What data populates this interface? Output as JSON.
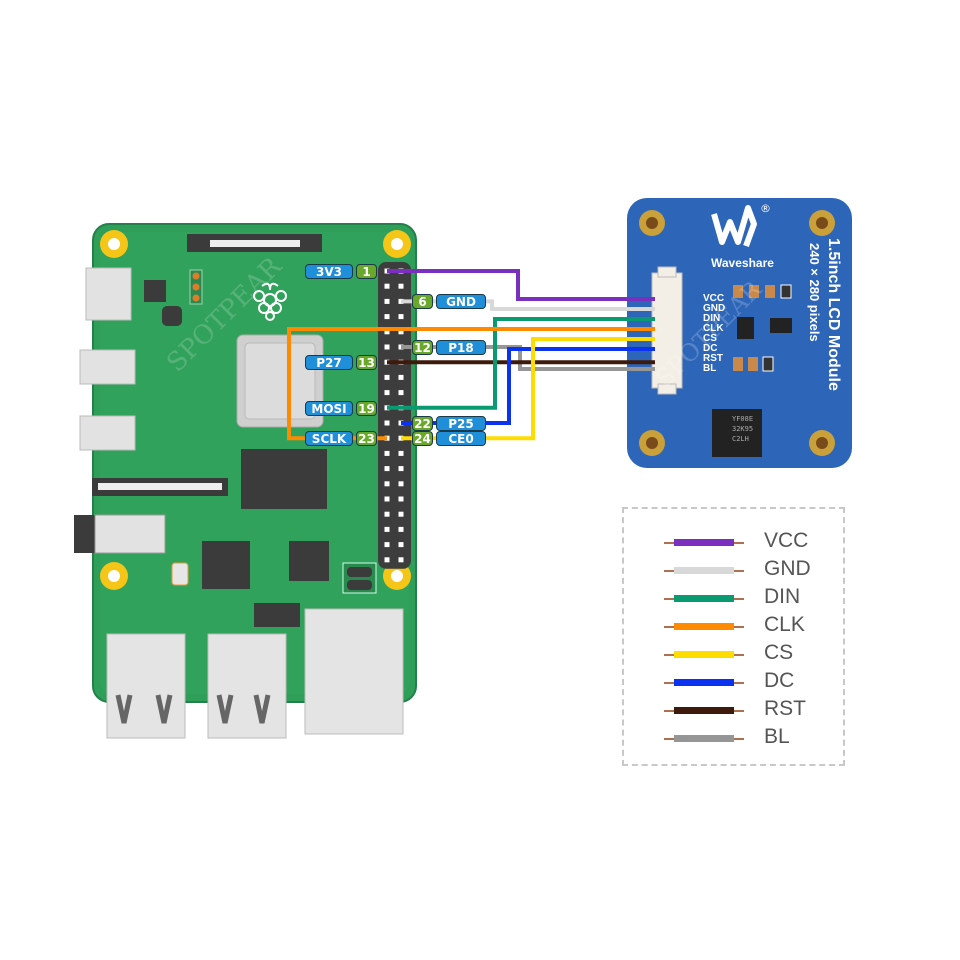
{
  "diagram": {
    "title": "Raspberry Pi to 1.5inch LCD Module wiring",
    "watermark": "SPOTPEAR",
    "raspberry_pi": {
      "name": "Raspberry Pi",
      "pins": [
        {
          "name": "3V3",
          "num": "1",
          "side": "left",
          "signal": "VCC"
        },
        {
          "name": "GND",
          "num": "6",
          "side": "right",
          "signal": "GND"
        },
        {
          "name": "P18",
          "num": "12",
          "side": "right",
          "signal": "BL"
        },
        {
          "name": "P27",
          "num": "13",
          "side": "left",
          "signal": "RST"
        },
        {
          "name": "MOSI",
          "num": "19",
          "side": "left",
          "signal": "DIN"
        },
        {
          "name": "P25",
          "num": "22",
          "side": "right",
          "signal": "DC"
        },
        {
          "name": "SCLK",
          "num": "23",
          "side": "left",
          "signal": "CLK"
        },
        {
          "name": "CE0",
          "num": "24",
          "side": "right",
          "signal": "CS"
        }
      ]
    },
    "lcd_module": {
      "brand": "Waveshare",
      "title": "1.5inch LCD Module",
      "resolution": "240 × 280 pixels",
      "chip_marking": [
        "YF08E",
        "32K95",
        "C2LH"
      ],
      "pins": [
        "VCC",
        "GND",
        "DIN",
        "CLK",
        "CS",
        "DC",
        "RST",
        "BL"
      ]
    },
    "legend": [
      {
        "label": "VCC",
        "color": "#7b2fbe"
      },
      {
        "label": "GND",
        "color": "#d8d8d8"
      },
      {
        "label": "DIN",
        "color": "#0a9a72"
      },
      {
        "label": "CLK",
        "color": "#ff8a00"
      },
      {
        "label": "CS",
        "color": "#ffdc00"
      },
      {
        "label": "DC",
        "color": "#0a32f0"
      },
      {
        "label": "RST",
        "color": "#3d1a0c"
      },
      {
        "label": "BL",
        "color": "#969696"
      }
    ],
    "colors": {
      "pcb_green": "#2e9e58",
      "lcd_blue": "#2d66b8",
      "label_blue": "#1e8fd8",
      "label_green": "#69a82a"
    }
  }
}
